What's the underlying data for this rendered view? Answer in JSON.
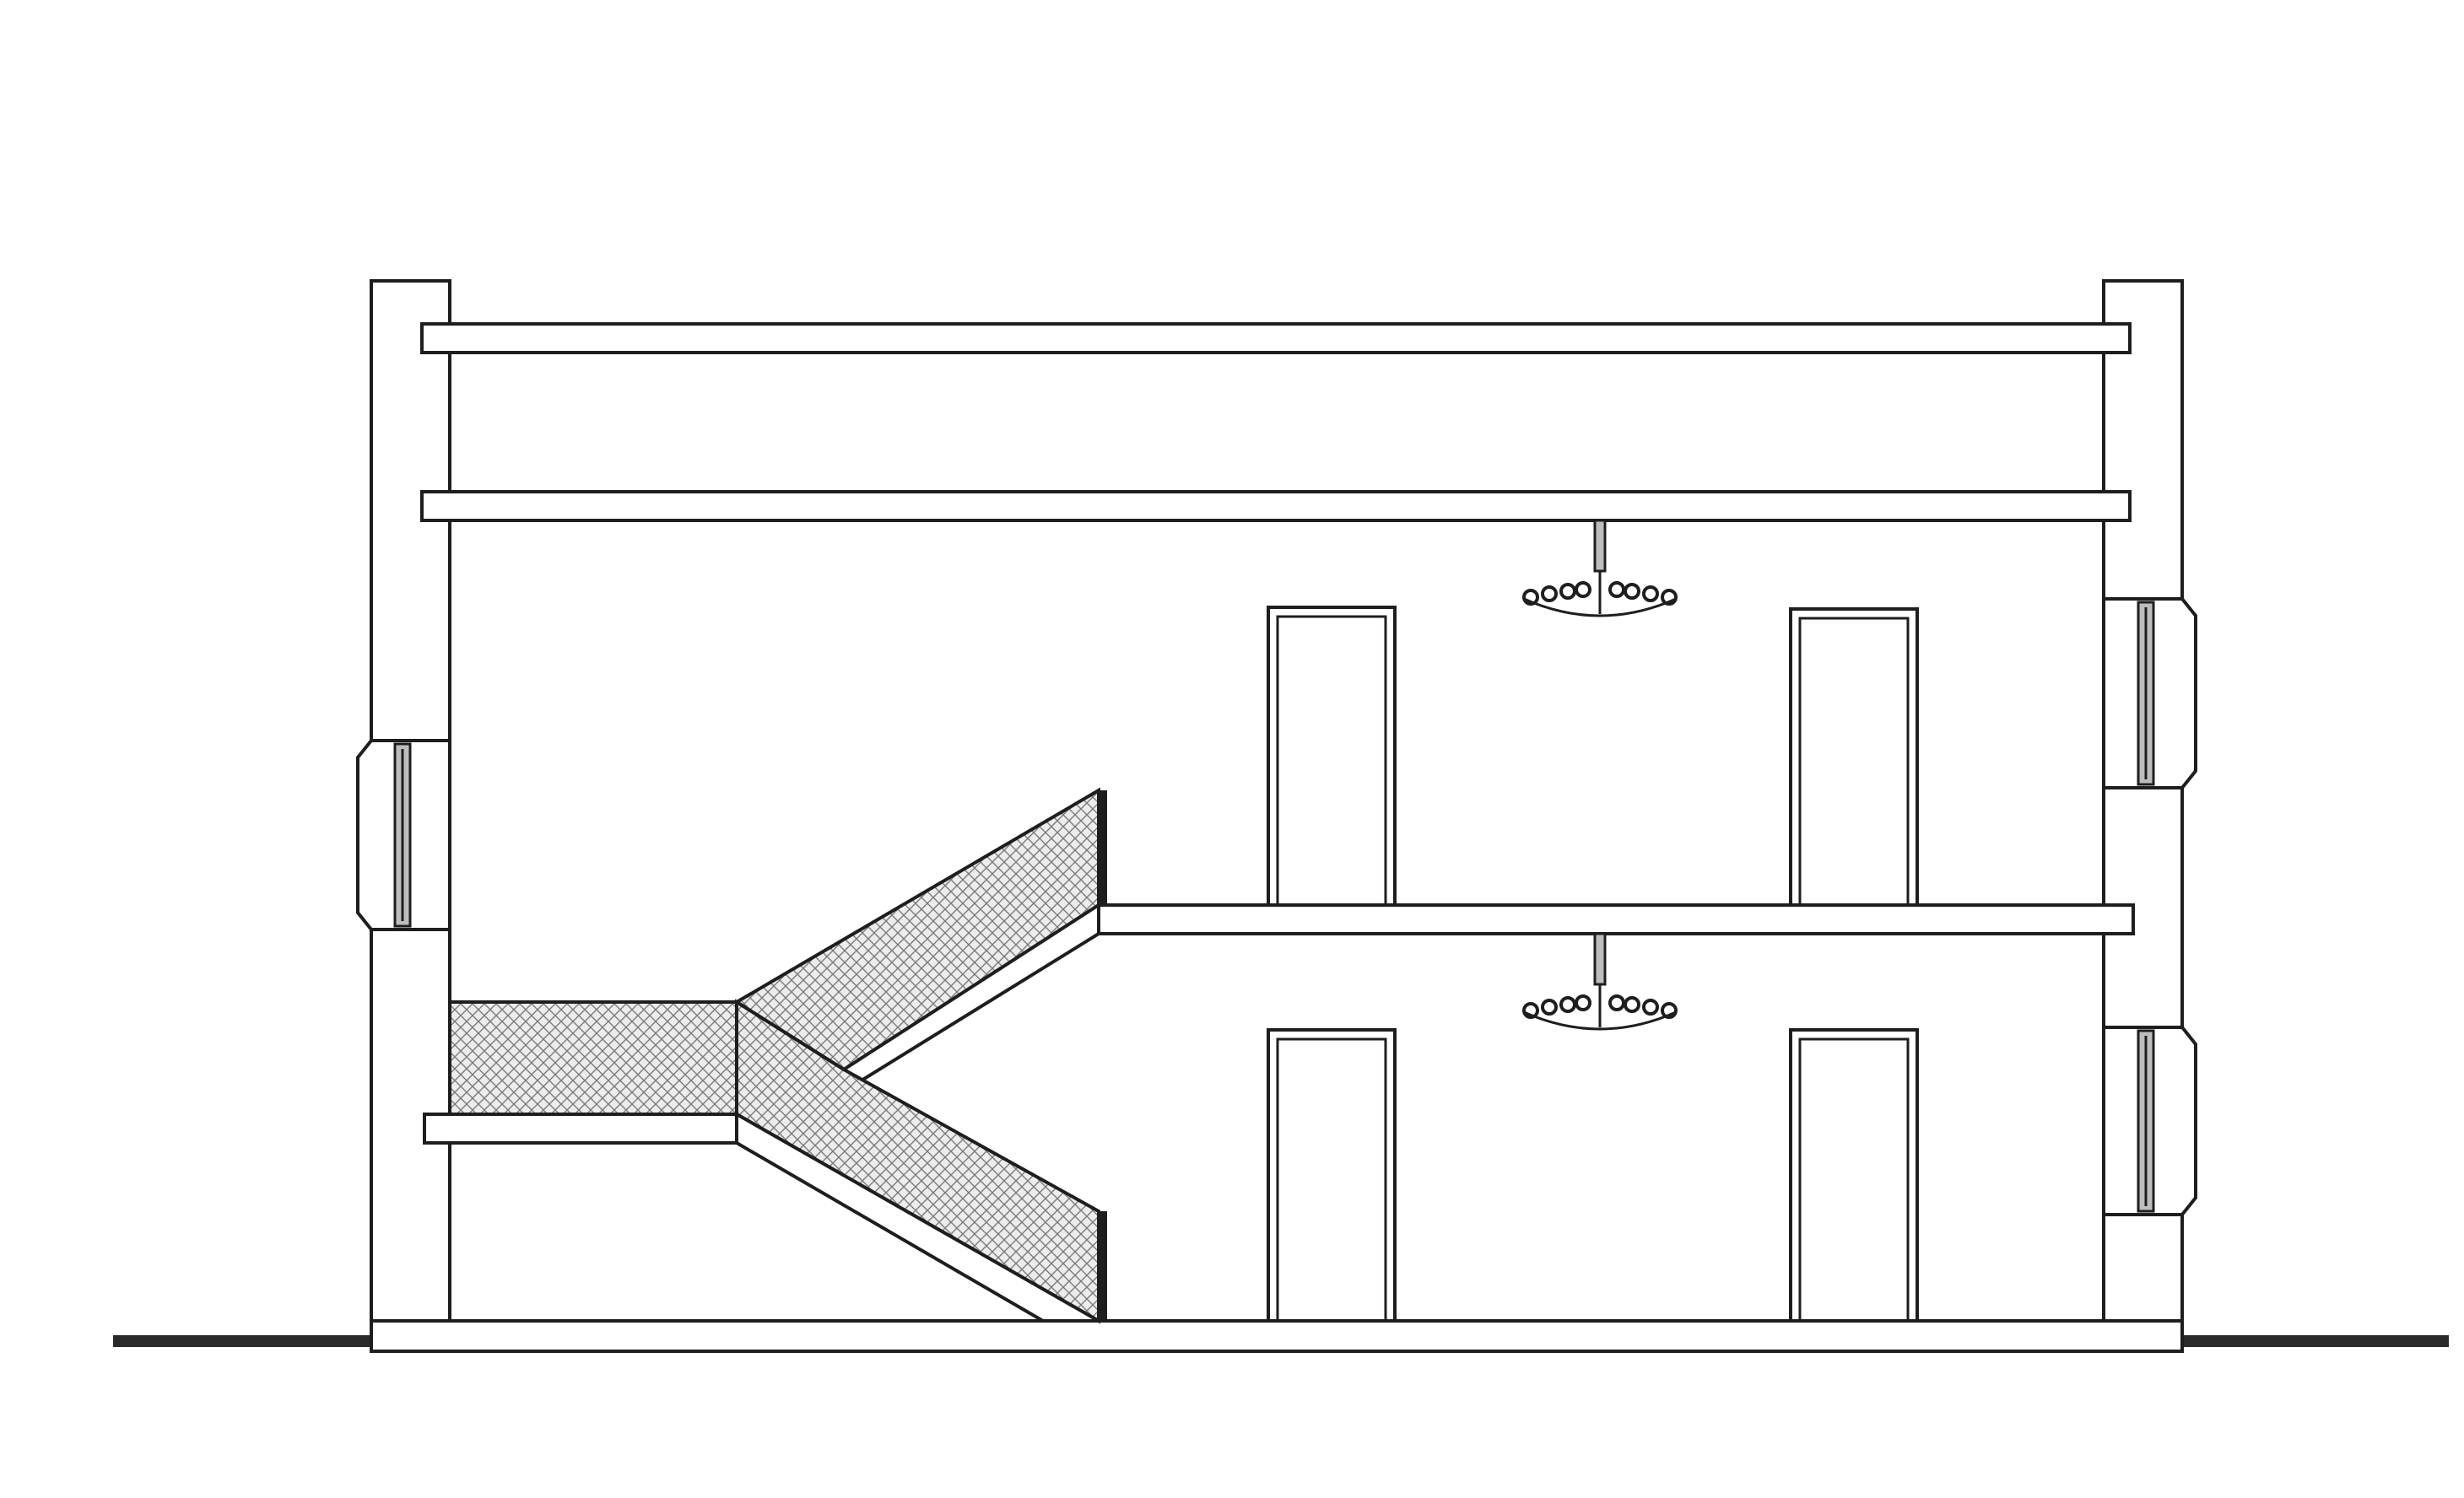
{
  "colors": {
    "line": "#1e1e1e",
    "background": "#ffffff",
    "ground": "#2a2a2a",
    "hatch_fill": "#e8e8e8"
  },
  "building": {
    "storeys": 2,
    "doors_per_floor": 2,
    "chandeliers": 2,
    "windows_left_wall": 1,
    "windows_right_wall": 2,
    "staircase": "split-flight"
  },
  "icons": [
    "door-icon",
    "window-icon",
    "chandelier-icon",
    "staircase-icon"
  ]
}
